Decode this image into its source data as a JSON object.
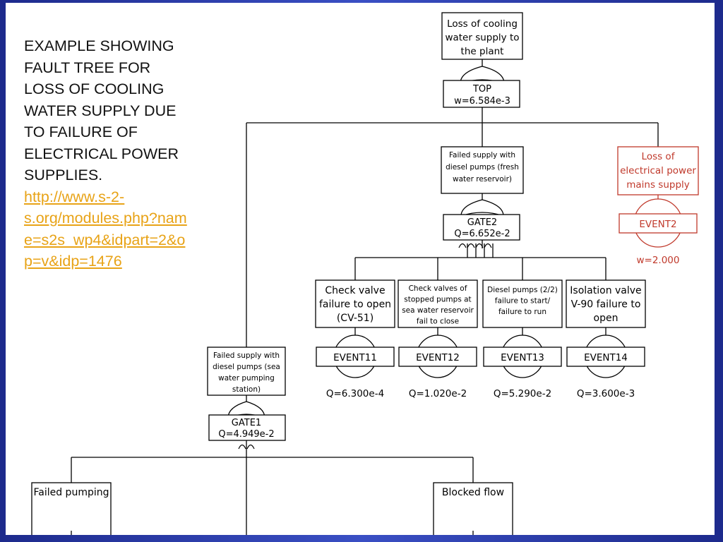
{
  "caption": {
    "lines": [
      "EXAMPLE SHOWING",
      "FAULT TREE FOR",
      "LOSS OF COOLING",
      "WATER SUPPLY DUE",
      "TO FAILURE OF",
      "ELECTRICAL POWER",
      "SUPPLIES."
    ],
    "link_lines": [
      "http://www.s-2-",
      "s.org/modules.php?nam",
      "e=s2s_wp4&idpart=2&o",
      "p=v&idp=1476"
    ]
  },
  "colors": {
    "frame_blue": "#2a3cae",
    "link": "#e8a317",
    "event2_red": "#c0392b",
    "line": "#000000"
  },
  "tree": {
    "top_event": {
      "lines": [
        "Loss of cooling",
        "water supply to",
        "the plant"
      ]
    },
    "top_gate": {
      "name": "TOP",
      "value": "w=6.584e-3"
    },
    "gate2_event": {
      "lines": [
        "Failed supply with",
        "diesel pumps (fresh",
        "water reservoir)"
      ]
    },
    "gate2": {
      "name": "GATE2",
      "value": "Q=6.652e-2"
    },
    "event2_desc": {
      "lines": [
        "Loss of",
        "electrical power",
        "mains supply"
      ]
    },
    "event2": {
      "name": "EVENT2",
      "value": "w=2.000"
    },
    "basic_events": [
      {
        "lines": [
          "Check valve",
          "failure to open",
          "(CV-51)"
        ],
        "name": "EVENT11",
        "value": "Q=6.300e-4"
      },
      {
        "lines": [
          "Check valves of",
          "stopped pumps at",
          "sea water reservoir",
          "fail to close"
        ],
        "name": "EVENT12",
        "value": "Q=1.020e-2"
      },
      {
        "lines": [
          "Diesel pumps (2/2)",
          "failure to start/",
          "failure to run"
        ],
        "name": "EVENT13",
        "value": "Q=5.290e-2"
      },
      {
        "lines": [
          "Isolation valve",
          "V-90 failure to",
          "open"
        ],
        "name": "EVENT14",
        "value": "Q=3.600e-3"
      }
    ],
    "gate1_event": {
      "lines": [
        "Failed supply with",
        "diesel pumps (sea",
        "water pumping",
        "station)"
      ]
    },
    "gate1": {
      "name": "GATE1",
      "value": "Q=4.949e-2"
    },
    "failed_pumping": {
      "lines": [
        "Failed pumping"
      ]
    },
    "blocked_flow": {
      "lines": [
        "Blocked flow"
      ]
    }
  }
}
